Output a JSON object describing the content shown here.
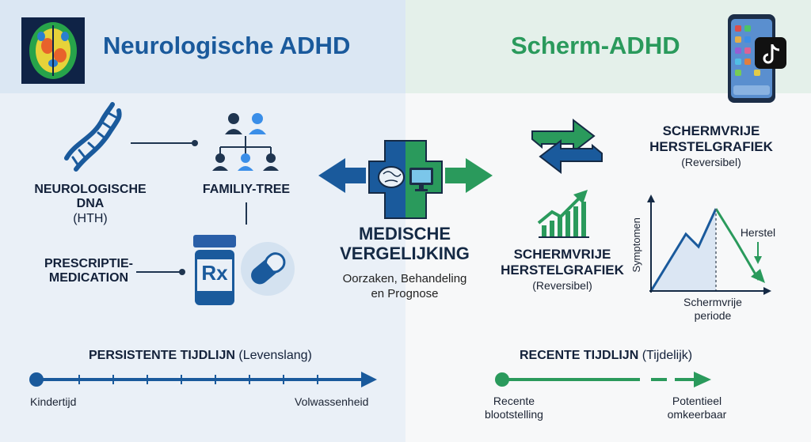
{
  "left": {
    "title": "Neurologische ADHD",
    "dna_label": "NEUROLOGISCHE DNA",
    "dna_sub": "(HTH)",
    "family_label": "FAMILIY-TREE",
    "rx_label_1": "PRESCRIPTIE-",
    "rx_label_2": "MEDICATION",
    "rx_text": "Rx",
    "timeline_label": "PERSISTENTE TIJDLIJN",
    "timeline_sub": "(Levenslang)",
    "timeline_start": "Kindertijd",
    "timeline_end": "Volwassenheid"
  },
  "center": {
    "title_1": "MEDISCHE",
    "title_2": "VERGELIJKING",
    "subtitle_1": "Oorzaken, Behandeling",
    "subtitle_2": "en Prognose"
  },
  "right": {
    "title": "Scherm-ADHD",
    "graph_title_1": "SCHERMVRIJE",
    "graph_title_2": "HERSTELGRAFIEK",
    "graph_title_sub": "(Reversibel)",
    "bar_label_1": "SCHERMVRIJE",
    "bar_label_2": "HERSTELGRAFIEK",
    "bar_label_sub": "(Reversibel)",
    "y_axis": "Symptomen",
    "x_axis_1": "Schermvrije",
    "x_axis_2": "periode",
    "herstel": "Herstel",
    "timeline_label": "RECENTE TIJDLIJN",
    "timeline_sub": "(Tijdelijk)",
    "timeline_start_1": "Recente",
    "timeline_start_2": "blootstelling",
    "timeline_end_1": "Potentieel",
    "timeline_end_2": "omkeerbaar"
  },
  "colors": {
    "blue": "#1a5a9c",
    "green": "#2a9a5c",
    "dark": "#152a45"
  }
}
